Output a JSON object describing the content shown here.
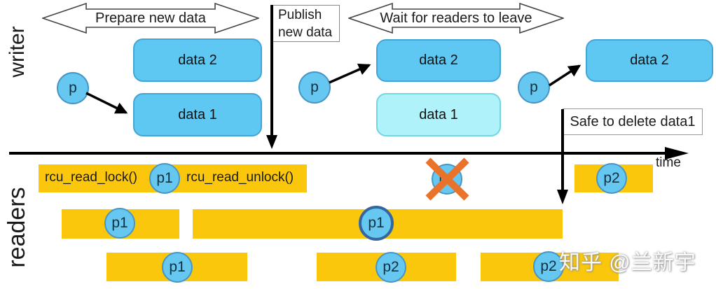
{
  "colors": {
    "box_blue": "#5ec8f2",
    "box_blue_border": "#44a5d4",
    "box_cyan": "#aff2f9",
    "box_cyan_border": "#6fd6e2",
    "circle_fill": "#66c7f0",
    "circle_border": "#4596c6",
    "circle_border_dark": "#34679f",
    "bar_yellow": "#fac70d",
    "cross_orange": "#e9732a"
  },
  "writer": {
    "label": "writer",
    "phases": {
      "prepare": "Prepare new data",
      "publish": {
        "line1": "Publish",
        "line2": "new data"
      },
      "wait": "Wait for readers to leave"
    },
    "pointer": "p",
    "boxes": {
      "g1_data2": "data 2",
      "g1_data1": "data 1",
      "g2_data2": "data 2",
      "g2_data1": "data 1",
      "g3_data2": "data 2"
    }
  },
  "timeline": {
    "axis_label": "time",
    "safe_note": "Safe to delete data1"
  },
  "readers": {
    "label": "readers",
    "lock": "rcu_read_lock()",
    "unlock": "rcu_read_unlock()",
    "circles": {
      "r1a": "p1",
      "r1x": "p1",
      "r1b": "p2",
      "r2a": "p1",
      "r2b": "p1",
      "r3a": "p1",
      "r3b": "p2",
      "r3c": "p2"
    }
  },
  "watermark": "知乎 @兰新宇"
}
